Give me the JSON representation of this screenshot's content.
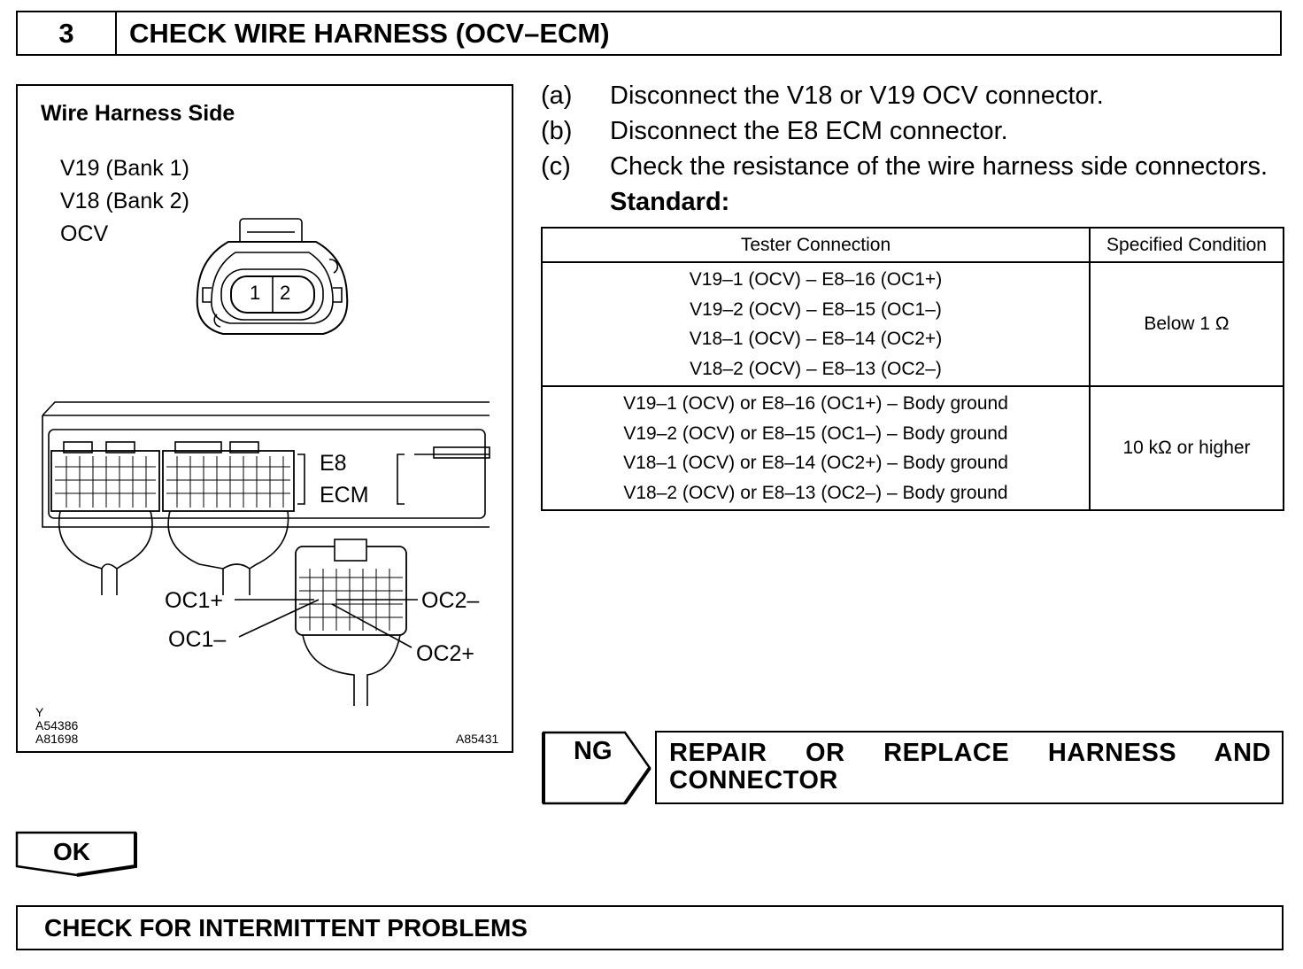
{
  "step": {
    "number": "3",
    "title": "CHECK WIRE HARNESS (OCV–ECM)"
  },
  "figure": {
    "title": "Wire Harness Side",
    "ocv_labels": [
      "V19 (Bank 1)",
      "V18 (Bank 2)",
      "OCV"
    ],
    "pins": [
      "1",
      "2"
    ],
    "ecm_labels": [
      "E8",
      "ECM"
    ],
    "terminals": {
      "oc1_plus": "OC1+",
      "oc1_minus": "OC1–",
      "oc2_minus": "OC2–",
      "oc2_plus": "OC2+"
    },
    "codes_left": [
      "Y",
      "A54386",
      "A81698"
    ],
    "code_right": "A85431"
  },
  "instructions": [
    {
      "letter": "(a)",
      "text": "Disconnect the V18 or V19 OCV connector."
    },
    {
      "letter": "(b)",
      "text": "Disconnect the E8 ECM connector."
    },
    {
      "letter": "(c)",
      "text": "Check the resistance of the wire harness side connectors."
    }
  ],
  "standard_label": "Standard:",
  "table": {
    "headers": [
      "Tester Connection",
      "Specified Condition"
    ],
    "groups": [
      {
        "connections": [
          "V19–1 (OCV) – E8–16 (OC1+)",
          "V19–2 (OCV) – E8–15 (OC1–)",
          "V18–1 (OCV) – E8–14 (OC2+)",
          "V18–2 (OCV) – E8–13 (OC2–)"
        ],
        "condition": "Below 1 Ω"
      },
      {
        "connections": [
          "V19–1 (OCV) or E8–16 (OC1+) – Body ground",
          "V19–2 (OCV) or E8–15 (OC1–) – Body ground",
          "V18–1 (OCV) or E8–14 (OC2+) – Body ground",
          "V18–2 (OCV) or E8–13 (OC2–) – Body ground"
        ],
        "condition": "10 kΩ or higher"
      }
    ]
  },
  "ng": {
    "label": "NG",
    "action": "REPAIR OR REPLACE HARNESS AND CONNECTOR"
  },
  "ok": {
    "label": "OK"
  },
  "next_step": "CHECK FOR INTERMITTENT PROBLEMS"
}
